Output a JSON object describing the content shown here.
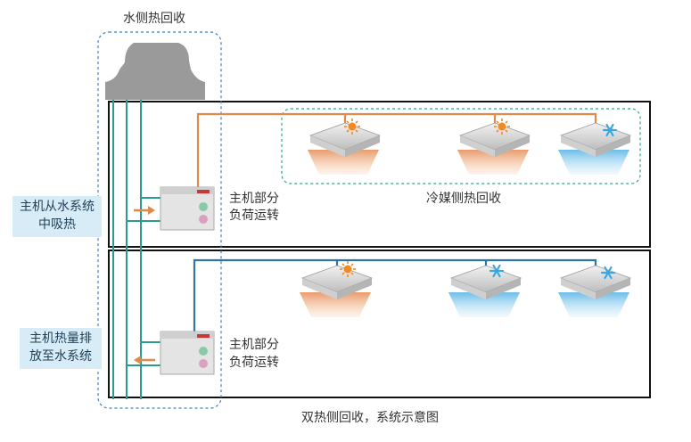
{
  "title_top": "水侧热回收",
  "refrigerant_label": "冷媒侧热回收",
  "caption": "双热侧回收，系统示意图",
  "upper_unit": {
    "label_line1": "主机部分",
    "label_line2": "负荷运转"
  },
  "lower_unit": {
    "label_line1": "主机部分",
    "label_line2": "负荷运转"
  },
  "callout_upper": {
    "line1": "主机从水系统",
    "line2": "中吸热"
  },
  "callout_lower": {
    "line1": "主机热量排",
    "line2": "放至水系统"
  },
  "colors": {
    "hot_pipe": "#e08a4a",
    "cold_pipe": "#2f74a8",
    "water_pipe": "#2a9a8f",
    "frame": "#111111",
    "dashed_outline": "#3f7fbf",
    "dashed_group": "#35a58c",
    "callout_bg": "#d7ecf7",
    "tower": "#9a9a9a"
  },
  "indoor_units": [
    {
      "floor": "upper",
      "mode": "heating",
      "icon": "sun-icon"
    },
    {
      "floor": "upper",
      "mode": "heating",
      "icon": "sun-icon"
    },
    {
      "floor": "upper",
      "mode": "cooling",
      "icon": "snowflake-icon"
    },
    {
      "floor": "lower",
      "mode": "heating",
      "icon": "sun-icon"
    },
    {
      "floor": "lower",
      "mode": "cooling",
      "icon": "snowflake-icon"
    },
    {
      "floor": "lower",
      "mode": "cooling",
      "icon": "snowflake-icon"
    }
  ]
}
